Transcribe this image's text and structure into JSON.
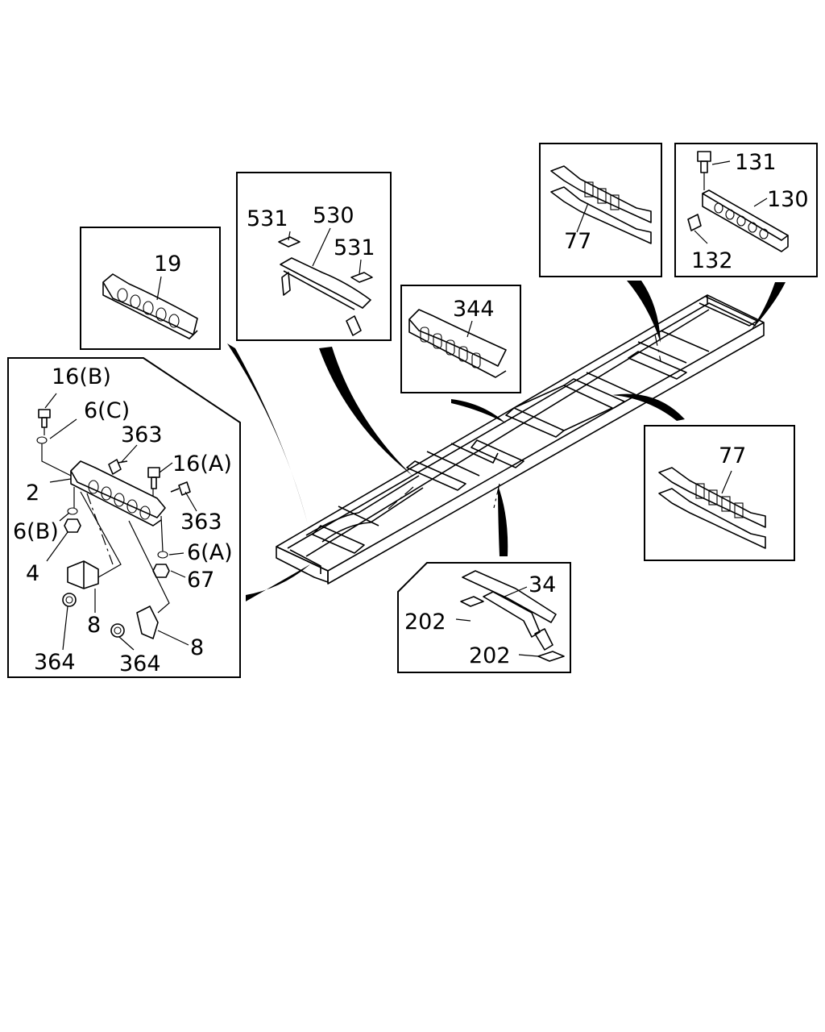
{
  "callouts": {
    "c19": "19",
    "c531a": "531",
    "c530": "530",
    "c531b": "531",
    "c77a": "77",
    "c131": "131",
    "c130": "130",
    "c132": "132",
    "c344": "344",
    "c16b": "16(B)",
    "c6c": "6(C)",
    "c363a": "363",
    "c16a": "16(A)",
    "c2": "2",
    "c363b": "363",
    "c6b": "6(B)",
    "c6a": "6(A)",
    "c4": "4",
    "c67": "67",
    "c8a": "8",
    "c8b": "8",
    "c364a": "364",
    "c364b": "364",
    "c77b": "77",
    "c34": "34",
    "c202a": "202",
    "c202b": "202"
  }
}
